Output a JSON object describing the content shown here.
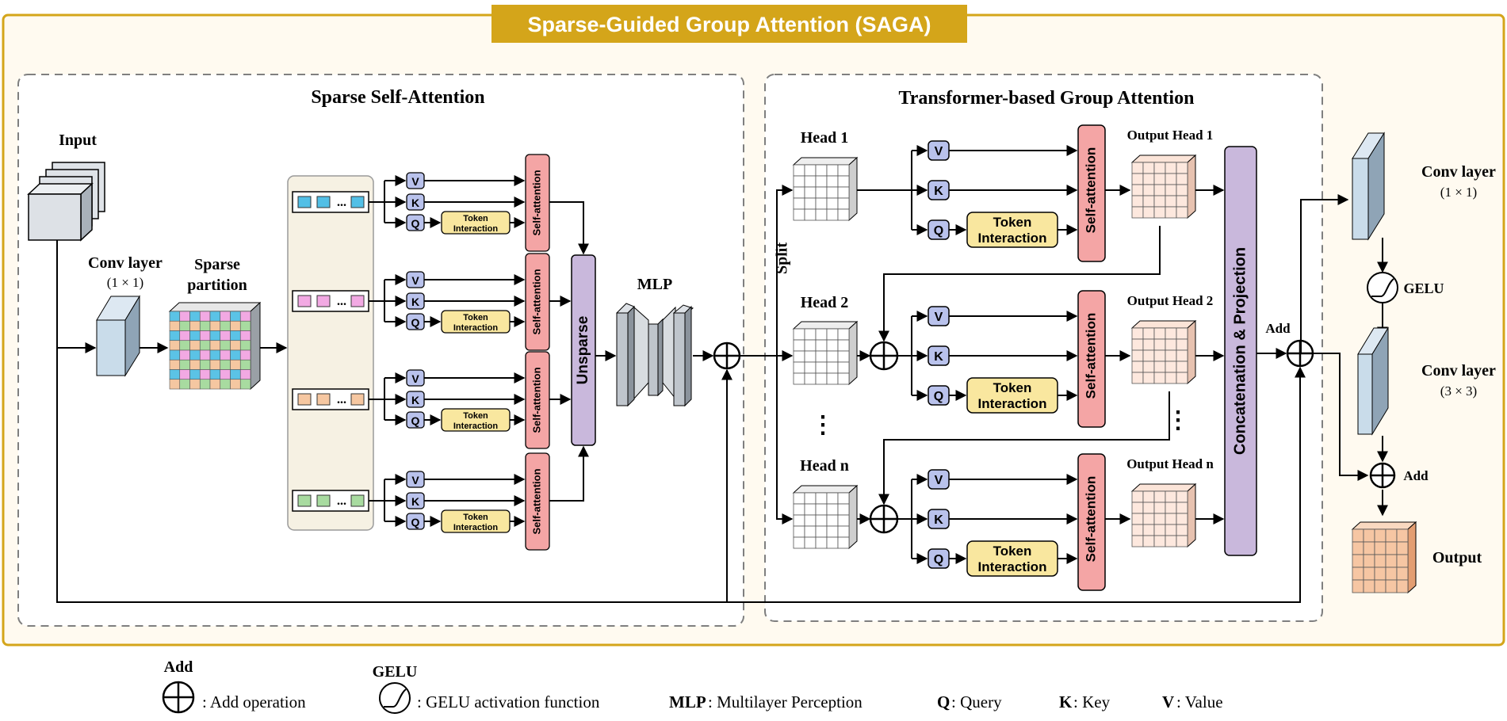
{
  "title": "Sparse-Guided Group Attention (SAGA)",
  "colors": {
    "accent": "#d4a51a",
    "panel_bg": "#fffaf0",
    "self_attention": "#f4a5a5",
    "token_interaction": "#f9e79f",
    "qkv": "#b9c2ec",
    "unsparse": "#c9b8dc",
    "concat": "#c9b8dc",
    "output_grid": "#f6c6a3",
    "conv": "#b7cfe0"
  },
  "sparse": {
    "title": "Sparse Self-Attention",
    "input_label": "Input",
    "conv_label": "Conv layer",
    "conv_size": "(1 × 1)",
    "partition_label_1": "Sparse",
    "partition_label_2": "partition",
    "ellipsis": "...",
    "v": "V",
    "k": "K",
    "q": "Q",
    "token_1": "Token",
    "token_2": "Interaction",
    "self_attention": "Self-attention",
    "unsparse": "Unsparse",
    "mlp": "MLP"
  },
  "group": {
    "title": "Transformer-based Group Attention",
    "split": "Split",
    "heads": [
      "Head 1",
      "Head 2",
      "Head n"
    ],
    "outputs": [
      "Output Head 1",
      "Output Head 2",
      "Output Head n"
    ],
    "v": "V",
    "k": "K",
    "q": "Q",
    "token_1": "Token",
    "token_2": "Interaction",
    "self_attention": "Self-attention",
    "concat": "Concatenation & Projection",
    "add": "Add",
    "dots": "⋮"
  },
  "right": {
    "conv1_label": "Conv layer",
    "conv1_size": "(1 × 1)",
    "gelu": "GELU",
    "conv2_label": "Conv layer",
    "conv2_size": "(3 × 3)",
    "add": "Add",
    "output": "Output"
  },
  "legend": {
    "add_title": "Add",
    "add_desc": ": Add operation",
    "gelu_title": "GELU",
    "gelu_desc": ": GELU activation function",
    "mlp_key": "MLP",
    "mlp_desc": ": Multilayer Perception",
    "q_key": "Q",
    "q_desc": ": Query",
    "k_key": "K",
    "k_desc": ": Key",
    "v_key": "V",
    "v_desc": ": Value"
  }
}
